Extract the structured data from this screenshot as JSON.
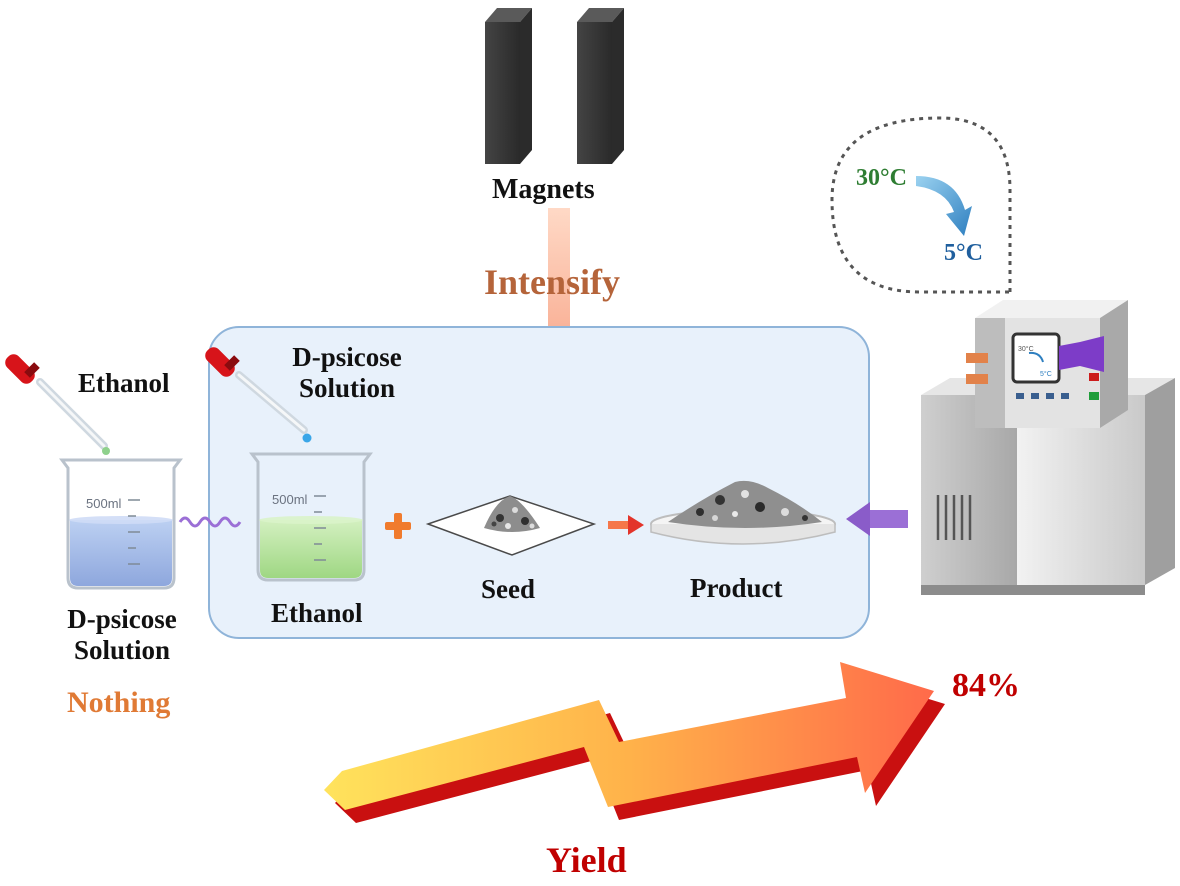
{
  "labels": {
    "magnets": "Magnets",
    "intensify": "Intensify",
    "ethanol_dropper": "Ethanol",
    "psicose_dropper_line1": "D-psicose",
    "psicose_dropper_line2": "Solution",
    "left_beaker_line1": "D-psicose",
    "left_beaker_line2": "Solution",
    "nothing": "Nothing",
    "inner_ethanol": "Ethanol",
    "seed": "Seed",
    "product": "Product",
    "yield_value": "84%",
    "yield": "Yield",
    "temp_high": "30°C",
    "temp_low": "5°C",
    "beaker_volume": "500ml",
    "screen_temp_high": "30°C",
    "screen_temp_low": "5°C"
  },
  "colors": {
    "intensify": "#b5643a",
    "nothing": "#e07a35",
    "yield": "#c00000",
    "temp_high": "#2e7d32",
    "temp_low": "#1f5f9e",
    "box_fill": "#e8f1fb",
    "box_border": "#8fb4d9",
    "left_liquid": "#9fb5e6",
    "inner_liquid": "#b9e3a0",
    "arrow_purple": "#9b6fd6"
  }
}
